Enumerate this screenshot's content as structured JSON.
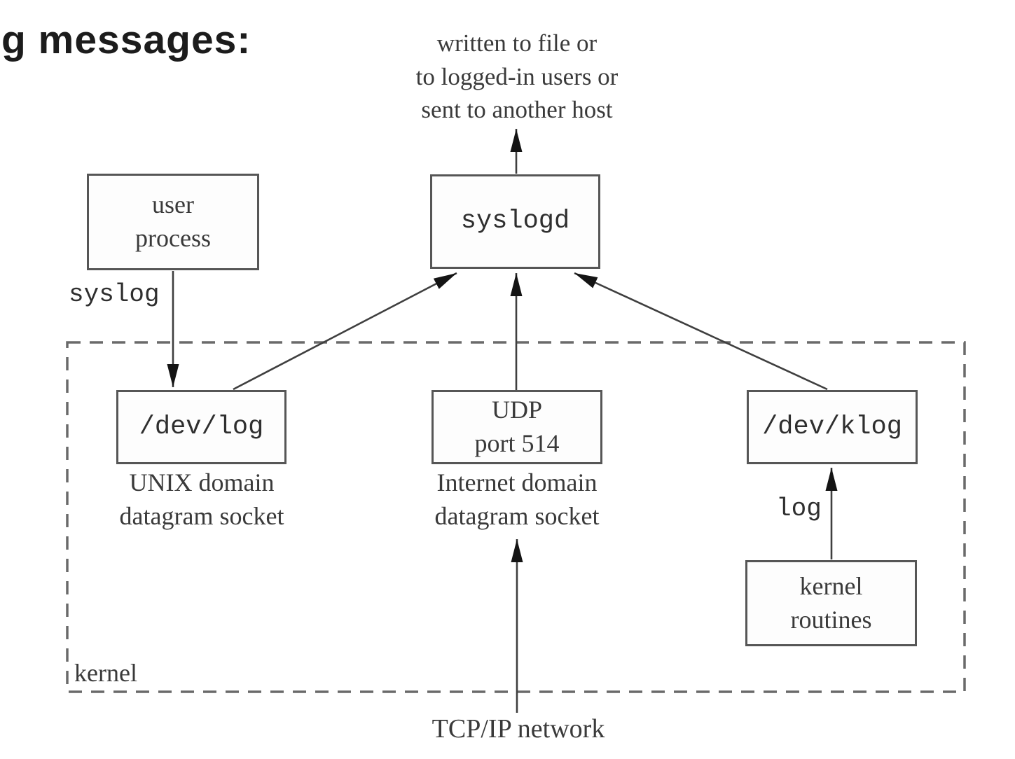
{
  "title": "g messages:",
  "colors": {
    "background": "#ffffff",
    "line": "#3f3f3f",
    "box_border": "#565656",
    "dashed_border": "#6a6a6a",
    "arrowhead": "#141414",
    "text": "#3a3a3a"
  },
  "output_note": {
    "line1": "written to file or",
    "line2": "to logged-in users or",
    "line3": "sent to another host"
  },
  "nodes": {
    "user_process": {
      "line1": "user",
      "line2": "process"
    },
    "syslogd": {
      "label": "syslogd"
    },
    "dev_log": {
      "label": "/dev/log"
    },
    "udp": {
      "line1": "UDP",
      "line2": "port 514"
    },
    "dev_klog": {
      "label": "/dev/klog"
    },
    "kernel_routines": {
      "line1": "kernel",
      "line2": "routines"
    }
  },
  "edge_labels": {
    "syslog": "syslog",
    "log": "log"
  },
  "captions": {
    "unix": {
      "line1": "UNIX domain",
      "line2": "datagram socket"
    },
    "inet": {
      "line1": "Internet domain",
      "line2": "datagram socket"
    },
    "kernel": "kernel",
    "tcpip": "TCP/IP network"
  }
}
